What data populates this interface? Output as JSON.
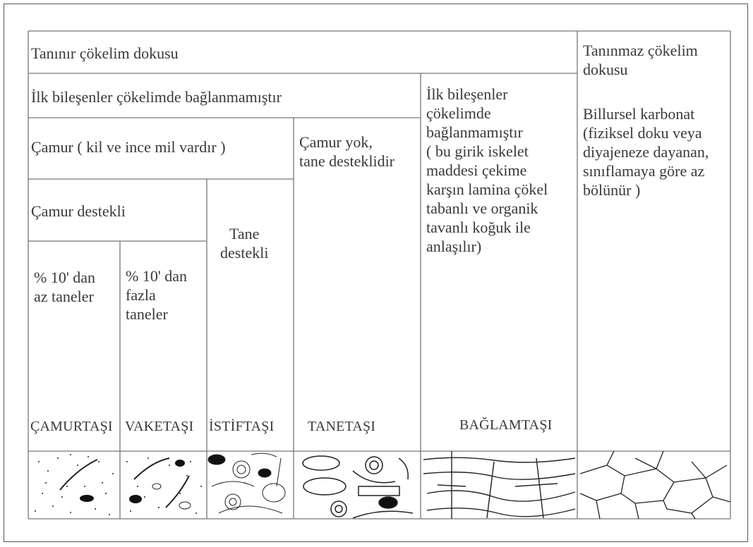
{
  "headers": {
    "recognizable": "Tanınır çökelim dokusu",
    "unrecognizable": "Tanınmaz çökelim\ndokusu",
    "unbound": "İlk bileşenler çökelimde bağlanmamıştır",
    "bound": "İlk bileşenler\nçökelimde\nbağlanmamıştır\n( bu girik iskelet\nmaddesi çekime\nkarşın lamina çökel\ntabanlı ve organik\ntavanlı koğuk ile\nanlaşılır)",
    "crystalline": "Billursel karbonat\n(fiziksel doku veya\ndiyajeneze dayanan,\nsınıflamaya göre az\nbölünür )",
    "mud_present": "Çamur ( kil ve ince mil vardır )",
    "no_mud": "Çamur yok,\ntane desteklidir",
    "mud_supported": "Çamur destekli",
    "grain_supported": "Tane\ndestekli",
    "lt10": "% 10' dan\naz taneler",
    "gt10": "% 10' dan\nfazla\n taneler"
  },
  "rock_names": [
    "ÇAMURTAŞI",
    "VAKETAŞI",
    "İSTİFTAŞI",
    "TANETAŞI",
    "BAĞLAMTAŞI"
  ],
  "colors": {
    "line": "#777777",
    "text": "#3a3a3a",
    "ink": "#111111"
  }
}
